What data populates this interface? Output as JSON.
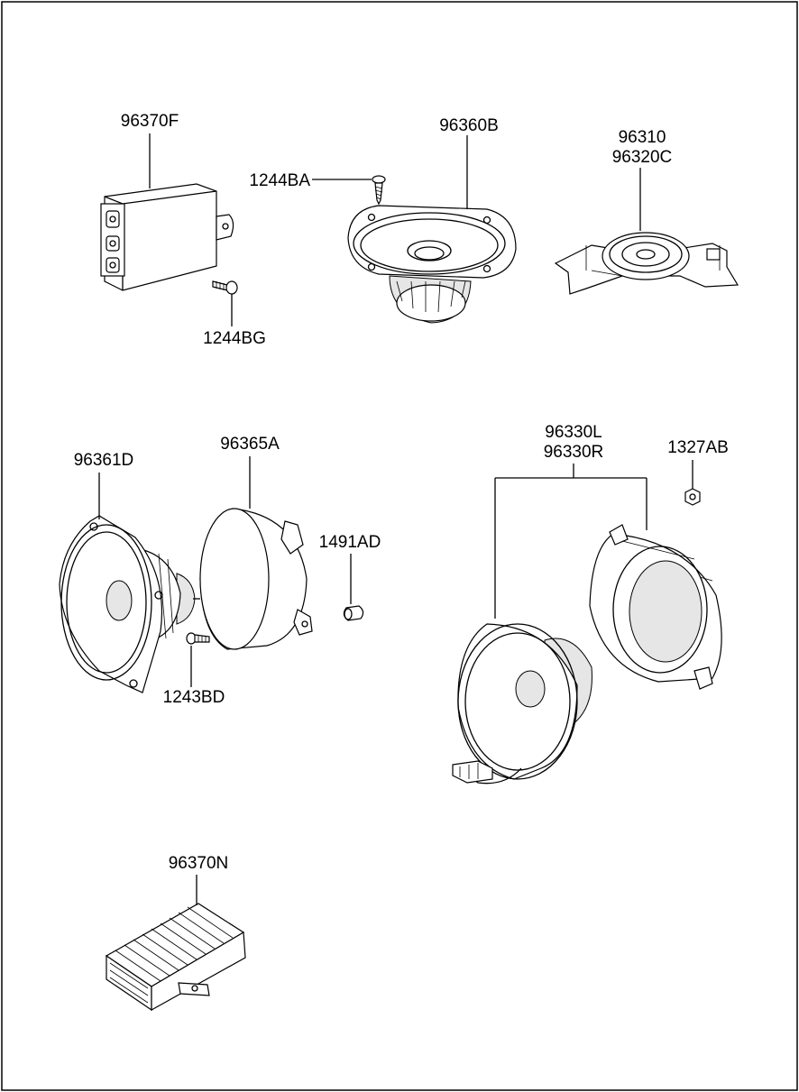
{
  "labels": {
    "p96370F": "96370F",
    "p1244BA": "1244BA",
    "p1244BG": "1244BG",
    "p96360B": "96360B",
    "p96310": "96310",
    "p96320C": "96320C",
    "p96361D": "96361D",
    "p96365A": "96365A",
    "p1491AD": "1491AD",
    "p1243BD": "1243BD",
    "p96330L": "96330L",
    "p96330R": "96330R",
    "p1327AB": "1327AB",
    "p96370N": "96370N"
  }
}
